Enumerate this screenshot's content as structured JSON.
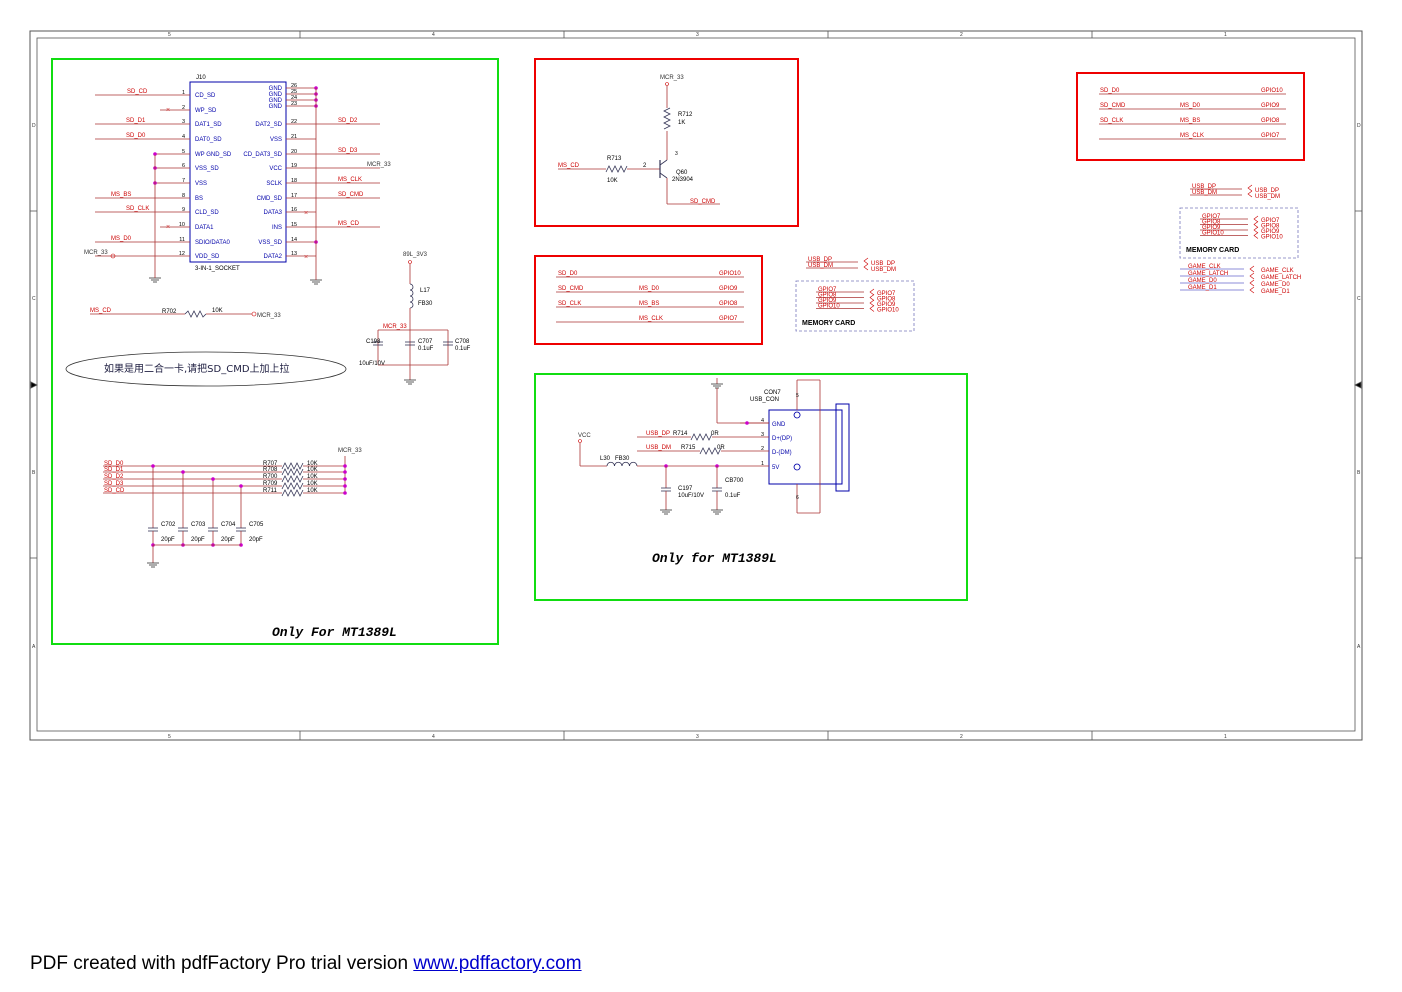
{
  "footer": {
    "prefix": "PDF created with pdfFactory Pro trial version ",
    "link": "www.pdffactory.com"
  },
  "grid": {
    "cols": [
      "5",
      "4",
      "3",
      "2",
      "1"
    ],
    "rows": [
      "D",
      "C",
      "B",
      "A"
    ]
  },
  "notes": {
    "only_mt1389l_a": "Only For MT1389L",
    "only_mt1389l_b": "Only for MT1389L",
    "chinese": "如果是用二合一卡,请把SD_CMD上加上拉"
  },
  "j10": {
    "ref": "J10",
    "name": "3-IN-1_SOCKET",
    "left_pins": [
      {
        "num": "1",
        "name": "CD_SD",
        "net": "SD_CD"
      },
      {
        "num": "2",
        "name": "WP_SD",
        "net": ""
      },
      {
        "num": "3",
        "name": "DAT1_SD",
        "net": "SD_D1"
      },
      {
        "num": "4",
        "name": "DAT0_SD",
        "net": "SD_D0"
      },
      {
        "num": "5",
        "name": "WP GND_SD",
        "net": ""
      },
      {
        "num": "6",
        "name": "VSS_SD",
        "net": ""
      },
      {
        "num": "7",
        "name": "VSS",
        "net": ""
      },
      {
        "num": "8",
        "name": "BS",
        "net": "MS_BS"
      },
      {
        "num": "9",
        "name": "CLD_SD",
        "net": "SD_CLK"
      },
      {
        "num": "10",
        "name": "DATA1",
        "net": ""
      },
      {
        "num": "11",
        "name": "SDIO/DATA0",
        "net": "MS_D0"
      },
      {
        "num": "12",
        "name": "VDD_SD",
        "net": "MCR_33"
      }
    ],
    "right_pins": [
      {
        "num": "26",
        "name": "GND",
        "net": ""
      },
      {
        "num": "25",
        "name": "GND",
        "net": ""
      },
      {
        "num": "24",
        "name": "GND",
        "net": ""
      },
      {
        "num": "23",
        "name": "GND",
        "net": ""
      },
      {
        "num": "22",
        "name": "DAT2_SD",
        "net": "SD_D2"
      },
      {
        "num": "21",
        "name": "VSS",
        "net": ""
      },
      {
        "num": "20",
        "name": "CD_DAT3_SD",
        "net": "SD_D3"
      },
      {
        "num": "19",
        "name": "VCC",
        "net": "MCR_33"
      },
      {
        "num": "18",
        "name": "SCLK",
        "net": "MS_CLK"
      },
      {
        "num": "17",
        "name": "CMD_SD",
        "net": "SD_CMD"
      },
      {
        "num": "16",
        "name": "DATA3",
        "net": ""
      },
      {
        "num": "15",
        "name": "INS",
        "net": "MS_CD"
      },
      {
        "num": "14",
        "name": "VSS_SD",
        "net": ""
      },
      {
        "num": "13",
        "name": "DATA2",
        "net": ""
      }
    ]
  },
  "r702": {
    "net_left": "MS_CD",
    "ref": "R702",
    "value": "10K",
    "net_right": "MCR_33"
  },
  "pullups": {
    "net": "MCR_33",
    "rows": [
      {
        "net": "SD_D0",
        "ref": "R707",
        "value": "10K"
      },
      {
        "net": "SD_D1",
        "ref": "R708",
        "value": "10K"
      },
      {
        "net": "SD_D2",
        "ref": "R700",
        "value": "10K"
      },
      {
        "net": "SD_D3",
        "ref": "R709",
        "value": "10K"
      },
      {
        "net": "SD_CD",
        "ref": "R711",
        "value": "10K"
      }
    ],
    "caps": [
      {
        "ref": "C702",
        "value": "20pF"
      },
      {
        "ref": "C703",
        "value": "20pF"
      },
      {
        "ref": "C704",
        "value": "20pF"
      },
      {
        "ref": "C705",
        "value": "20pF"
      }
    ]
  },
  "power_filter": {
    "net_in": "89L_3V3",
    "l_ref": "L17",
    "l_val": "FB30",
    "net_out": "MCR_33",
    "c1_ref": "C198",
    "c1_val": "10uF/10V",
    "c2_ref": "C707",
    "c2_val": "0.1uF",
    "c3_ref": "C708",
    "c3_val": "0.1uF"
  },
  "transistor": {
    "net_top": "MCR_33",
    "r_top_ref": "R712",
    "r_top_val": "1K",
    "net_in": "MS_CD",
    "r_in_ref": "R713",
    "r_in_val": "10K",
    "q_ref": "Q60",
    "q_val": "2N3904",
    "net_out": "SD_CMD",
    "pin_b": "2",
    "pin_c": "3"
  },
  "gpio_map": [
    {
      "a": "SD_D0",
      "b": "",
      "g": "GPIO10"
    },
    {
      "a": "SD_CMD",
      "b": "MS_D0",
      "g": "GPIO9"
    },
    {
      "a": "SD_CLK",
      "b": "MS_BS",
      "g": "GPIO8"
    },
    {
      "a": "",
      "b": "MS_CLK",
      "g": "GPIO7"
    }
  ],
  "memcard_block": {
    "usb_in": [
      "USB_DP",
      "USB_DM"
    ],
    "usb_out": [
      "USB_DP",
      "USB_DM"
    ],
    "gpio_in": [
      "GPIO7",
      "GPIO8",
      "GPIO9",
      "GPIO10"
    ],
    "gpio_out": [
      "GPIO7",
      "GPIO8",
      "GPIO9",
      "GPIO10"
    ],
    "label": "MEMORY CARD"
  },
  "memcard_block_right": {
    "game_in": [
      "GAME_CLK",
      "GAME_LATCH",
      "GAME_D0",
      "GAME_D1"
    ],
    "game_out": [
      "GAME_CLK",
      "GAME_LATCH",
      "GAME_D0",
      "GAME_D1"
    ]
  },
  "usb": {
    "ref": "CON7",
    "name": "USB_CON",
    "vcc": "VCC",
    "l_ref": "L30",
    "l_val": "FB30",
    "r1_net": "USB_DP",
    "r1_ref": "R714",
    "r1_val": "0R",
    "r2_net": "USB_DM",
    "r2_ref": "R715",
    "r2_val": "0R",
    "pins": [
      {
        "n": "4",
        "name": "GND"
      },
      {
        "n": "3",
        "name": "D+(DP)"
      },
      {
        "n": "2",
        "name": "D-(DM)"
      },
      {
        "n": "1",
        "name": "5V"
      }
    ],
    "c1_ref": "C197",
    "c1_val": "10uF/10V",
    "c2_ref": "CB700",
    "c2_val": "0.1uF",
    "pin5": "5",
    "pin6": "6"
  }
}
